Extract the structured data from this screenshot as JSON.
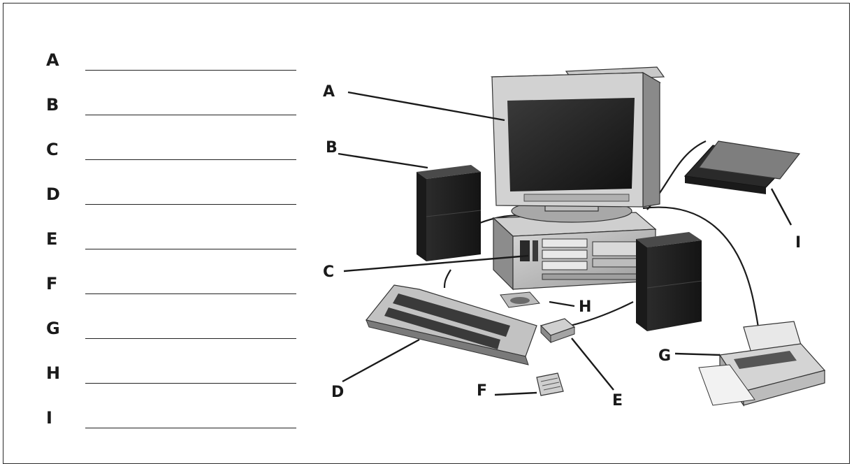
{
  "answer_key": {
    "rows": [
      {
        "letter": "A"
      },
      {
        "letter": "B"
      },
      {
        "letter": "C"
      },
      {
        "letter": "D"
      },
      {
        "letter": "E"
      },
      {
        "letter": "F"
      },
      {
        "letter": "G"
      },
      {
        "letter": "H"
      },
      {
        "letter": "I"
      }
    ]
  },
  "diagram": {
    "callouts": [
      {
        "letter": "A",
        "points_to": "monitor-screen"
      },
      {
        "letter": "B",
        "points_to": "left-speaker"
      },
      {
        "letter": "C",
        "points_to": "system-unit"
      },
      {
        "letter": "D",
        "points_to": "keyboard"
      },
      {
        "letter": "E",
        "points_to": "mouse"
      },
      {
        "letter": "F",
        "points_to": "floppy-disk"
      },
      {
        "letter": "G",
        "points_to": "printer"
      },
      {
        "letter": "H",
        "points_to": "cd-rom"
      },
      {
        "letter": "I",
        "points_to": "scanner"
      }
    ]
  }
}
